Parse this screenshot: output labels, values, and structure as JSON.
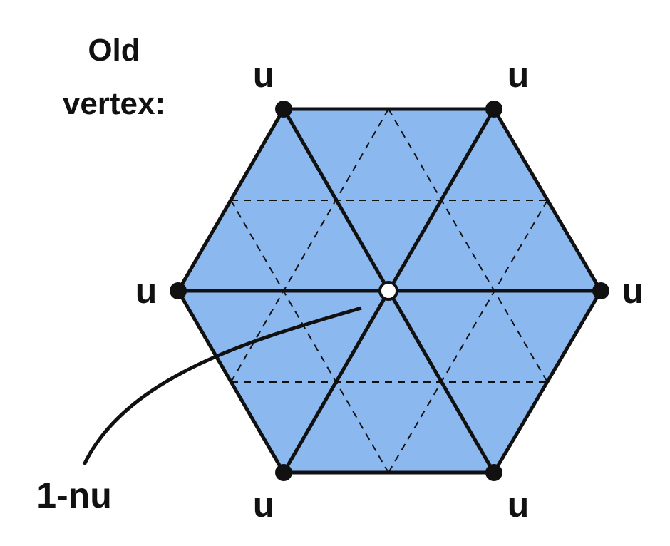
{
  "title_lines": [
    "Old",
    "vertex:"
  ],
  "vertex_weight_label": "u",
  "center_weight_label": "1-nu",
  "colors": {
    "fill": "#8bb8ee",
    "stroke": "#111111",
    "center_dot": "#ffffff"
  }
}
